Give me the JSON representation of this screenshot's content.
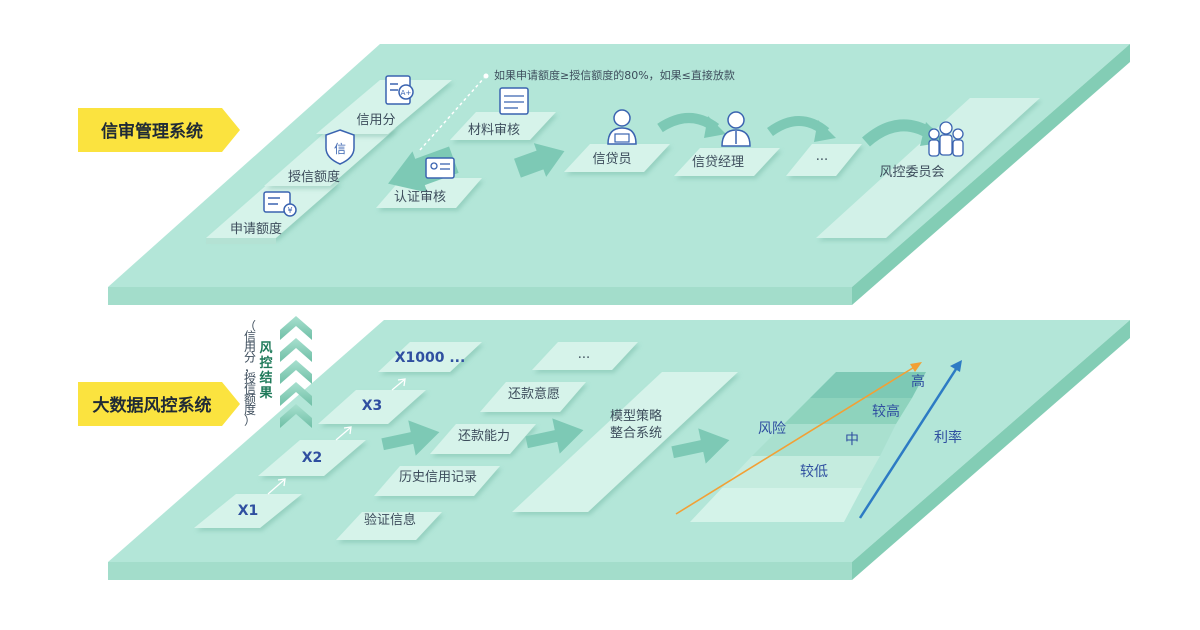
{
  "top_system": {
    "banner": "信审管理系统",
    "note": "如果申请额度≥授信额度的80%，如果≤直接放款",
    "steps": {
      "apply_amount": "申请额度",
      "credit_amount": "授信额度",
      "credit_score": "信用分",
      "auth_review": "认证审核",
      "material_review": "材料审核",
      "loan_officer": "信贷员",
      "loan_manager": "信贷经理",
      "ellipsis": "...",
      "risk_committee": "风控委员会"
    },
    "icons": {
      "credit_badge_char": "信",
      "grade_char": "A+",
      "yen_char": "¥"
    }
  },
  "bottom_system": {
    "banner": "大数据风控系统",
    "result_title": "风控结果",
    "result_sub": "（信用分，授信额度）",
    "inputs": [
      "X1",
      "X2",
      "X3",
      "X1000 ..."
    ],
    "features": {
      "verify_info": "验证信息",
      "credit_history": "历史信用记录",
      "repay_ability": "还款能力",
      "repay_willing": "还款意愿",
      "ellipsis": "..."
    },
    "model": {
      "line1": "模型策略",
      "line2": "整合系统"
    },
    "risk_levels": [
      "较低",
      "中",
      "较高",
      "高"
    ],
    "risk_label": "风险",
    "rate_label": "利率"
  },
  "colors": {
    "platform_top": "#b3e6d8",
    "platform_side": "#83cdb5",
    "card_face": "#d6f3ea",
    "arrow": "#7dc9b5",
    "banner": "#fbe33f",
    "risk_arrow": "#f2a035",
    "rate_arrow": "#2d7bc4"
  }
}
